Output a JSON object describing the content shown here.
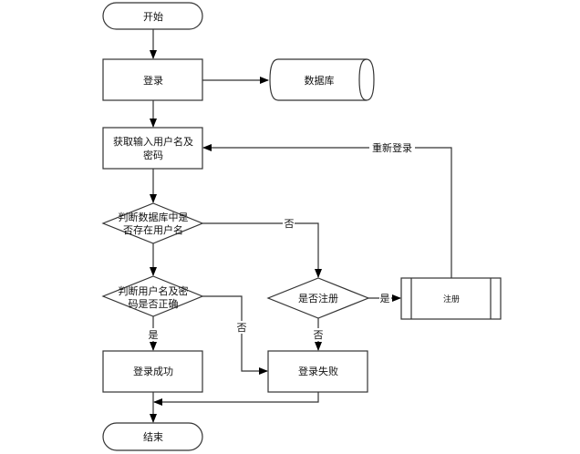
{
  "diagram": {
    "nodes": {
      "start": {
        "label": "开始",
        "type": "terminator"
      },
      "login": {
        "label": "登录",
        "type": "process"
      },
      "database": {
        "label": "数据库",
        "type": "storage"
      },
      "get_input": {
        "label_line1": "获取输入用户名及",
        "label_line2": "密码",
        "type": "process"
      },
      "check_user": {
        "label_line1": "判断数据库中是",
        "label_line2": "否存在用户名",
        "type": "decision"
      },
      "check_password": {
        "label_line1": "判断用户名及密",
        "label_line2": "码是否正确",
        "type": "decision"
      },
      "ask_register": {
        "label": "是否注册",
        "type": "decision"
      },
      "register": {
        "label": "注册",
        "type": "predefined-process"
      },
      "login_success": {
        "label": "登录成功",
        "type": "process"
      },
      "login_fail": {
        "label": "登录失败",
        "type": "process"
      },
      "end": {
        "label": "结束",
        "type": "terminator"
      }
    },
    "edges": {
      "relogin": {
        "label": "重新登录"
      },
      "user_not_exist": {
        "label": "否"
      },
      "password_wrong": {
        "label": "否"
      },
      "password_right": {
        "label": "是"
      },
      "register_yes": {
        "label": "是"
      },
      "register_no": {
        "label": "否"
      }
    }
  }
}
